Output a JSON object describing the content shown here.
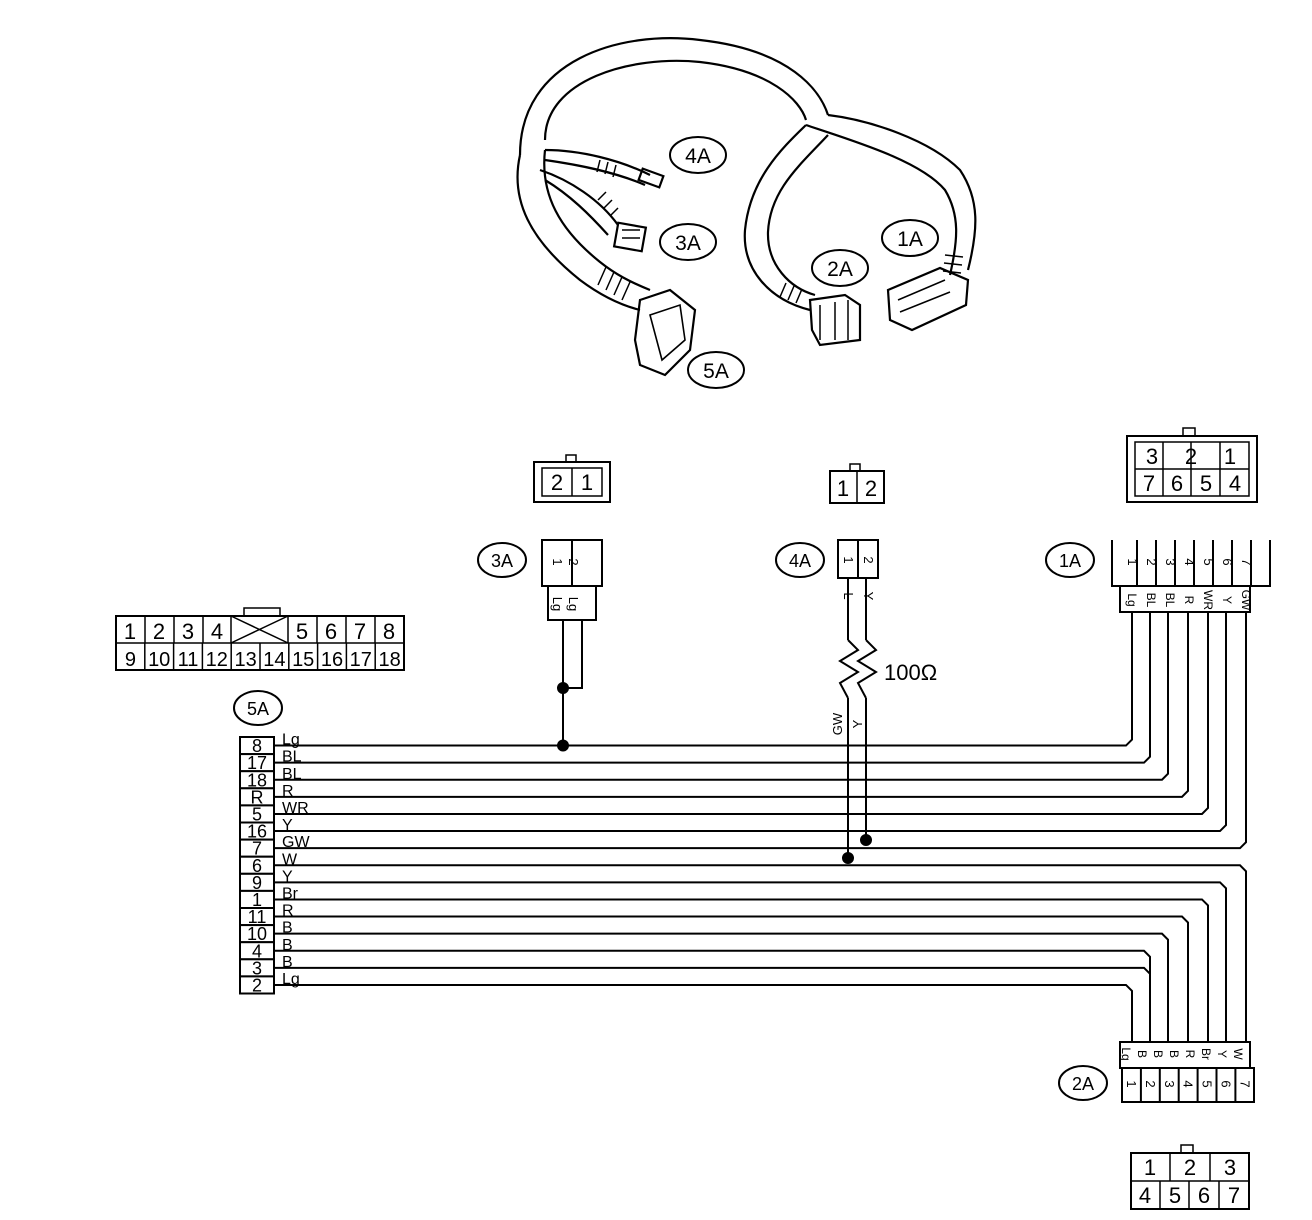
{
  "harness": {
    "labels": [
      {
        "id": "4a",
        "text": "4A"
      },
      {
        "id": "3a",
        "text": "3A"
      },
      {
        "id": "5a",
        "text": "5A"
      },
      {
        "id": "2a",
        "text": "2A"
      },
      {
        "id": "1a",
        "text": "1A"
      }
    ]
  },
  "connectors": {
    "c3a": {
      "label": "3A",
      "face": [
        "2",
        "1"
      ]
    },
    "c4a": {
      "label": "4A",
      "face": [
        "1",
        "2"
      ]
    },
    "c1a": {
      "label": "1A",
      "face_top": [
        "3",
        "2",
        "1"
      ],
      "face_bottom": [
        "7",
        "6",
        "5",
        "4"
      ]
    },
    "c5a": {
      "label": "5A",
      "face_top": [
        "1",
        "2",
        "3",
        "4",
        "5",
        "6",
        "7",
        "8"
      ],
      "face_bottom": [
        "9",
        "10",
        "11",
        "12",
        "13",
        "14",
        "15",
        "16",
        "17",
        "18"
      ]
    },
    "c2a": {
      "label": "2A",
      "face_top": [
        "1",
        "2",
        "3"
      ],
      "face_bottom": [
        "4",
        "5",
        "6",
        "7"
      ]
    }
  },
  "resistor": {
    "value": "100Ω"
  },
  "wires_5a": [
    {
      "pin": "8",
      "color": "Lg"
    },
    {
      "pin": "17",
      "color": "BL"
    },
    {
      "pin": "18",
      "color": "BL"
    },
    {
      "pin": "R",
      "color": "R"
    },
    {
      "pin": "5",
      "color": "WR"
    },
    {
      "pin": "16",
      "color": "Y"
    },
    {
      "pin": "7",
      "color": "GW"
    },
    {
      "pin": "6",
      "color": "W"
    },
    {
      "pin": "9",
      "color": "Y"
    },
    {
      "pin": "1",
      "color": "Br"
    },
    {
      "pin": "11",
      "color": "R"
    },
    {
      "pin": "10",
      "color": "B"
    },
    {
      "pin": "4",
      "color": "B"
    },
    {
      "pin": "3",
      "color": "B"
    },
    {
      "pin": "2",
      "color": "Lg"
    }
  ],
  "pins_3a": [
    "1",
    "2"
  ],
  "wire_labels_3a": [
    "Lg",
    "Lg"
  ],
  "pins_4a": [
    "1",
    "2"
  ],
  "wire_labels_4a_top": [
    "L",
    "Y"
  ],
  "wire_labels_4a_bottom": [
    "GW",
    "Y"
  ],
  "pins_1a": [
    "1",
    "2",
    "3",
    "4",
    "5",
    "6",
    "7"
  ],
  "wire_labels_1a": [
    "Lg",
    "BL",
    "BL",
    "R",
    "WR",
    "Y",
    "GW"
  ],
  "pins_2a": [
    "1",
    "2",
    "3",
    "4",
    "5",
    "6",
    "7"
  ],
  "wire_labels_2a": [
    "Lg",
    "B",
    "B",
    "B",
    "R",
    "Br",
    "Y",
    "W"
  ]
}
